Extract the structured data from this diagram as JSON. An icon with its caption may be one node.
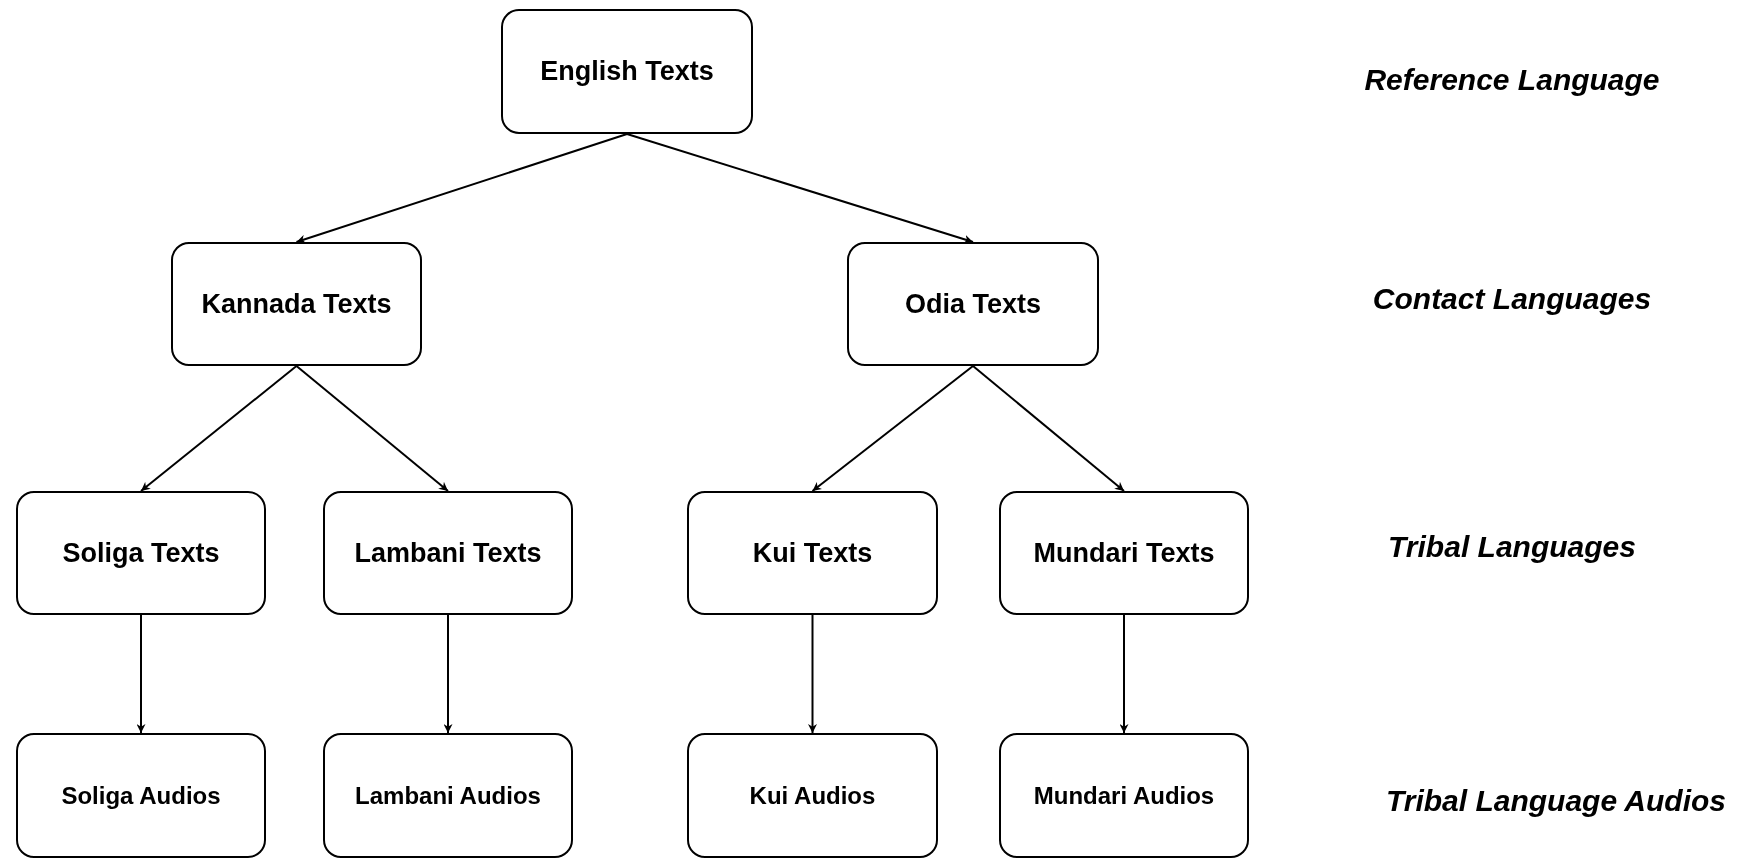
{
  "diagram": {
    "nodes": [
      {
        "text": [
          "English Texts"
        ]
      },
      {
        "text": [
          "Kannada Texts"
        ]
      },
      {
        "text": [
          "Odia Texts"
        ]
      },
      {
        "text": [
          "Soliga Texts"
        ]
      },
      {
        "text": [
          "Lambani Texts"
        ]
      },
      {
        "text": [
          "Kui Texts"
        ]
      },
      {
        "text": [
          "Mundari Texts"
        ]
      },
      {
        "text": [
          "Soliga Audios"
        ]
      },
      {
        "text": [
          "Lambani Audios"
        ]
      },
      {
        "text": [
          "Kui Audios"
        ]
      },
      {
        "text": [
          "Mundari Audios"
        ]
      }
    ],
    "edges": [
      {
        "from": 0,
        "to": 1,
        "arrow": "to"
      },
      {
        "from": 0,
        "to": 2,
        "arrow": "to"
      },
      {
        "from": 1,
        "to": 3,
        "arrow": "to"
      },
      {
        "from": 1,
        "to": 4,
        "arrow": "to"
      },
      {
        "from": 2,
        "to": 5,
        "arrow": "to"
      },
      {
        "from": 2,
        "to": 6,
        "arrow": "to"
      },
      {
        "from": 3,
        "to": 7,
        "arrow": "to"
      },
      {
        "from": 4,
        "to": 8,
        "arrow": "to"
      },
      {
        "from": 5,
        "to": 9,
        "arrow": "to"
      },
      {
        "from": 6,
        "to": 10,
        "arrow": "to"
      }
    ],
    "labels": [
      "Reference Language",
      "Contact Languages",
      "Tribal Languages",
      "Tribal Language Audios"
    ]
  }
}
